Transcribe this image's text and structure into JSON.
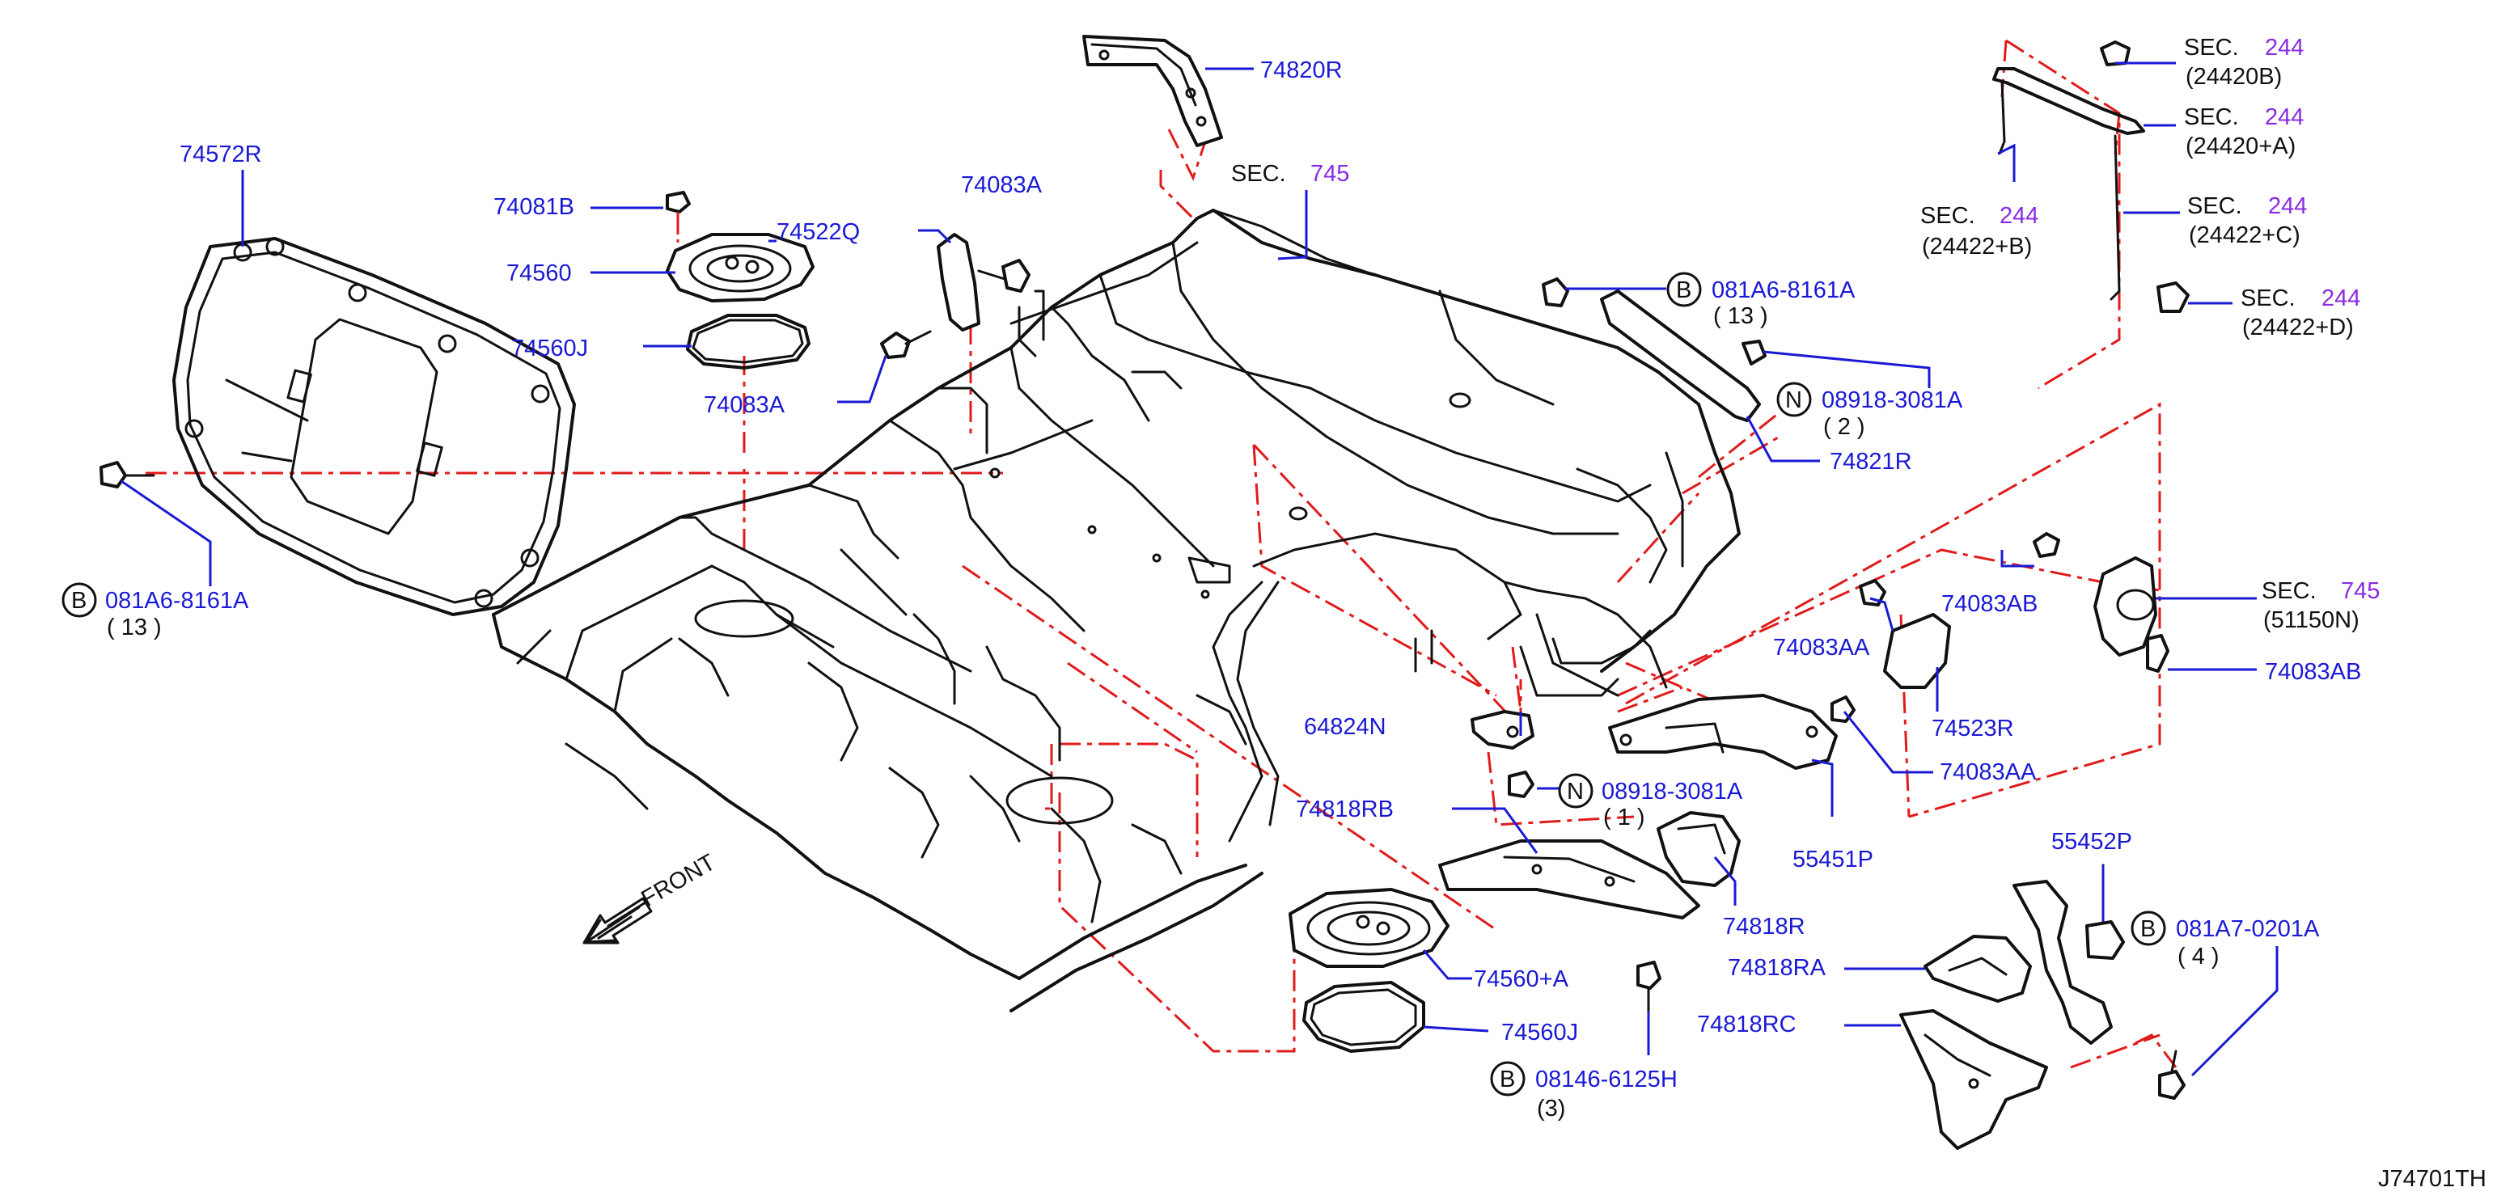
{
  "diagram_id": "J74701TH",
  "front_label": "FRONT",
  "parts": [
    {
      "id": "74572R"
    },
    {
      "id": "74081B"
    },
    {
      "id": "74560"
    },
    {
      "id": "74522Q"
    },
    {
      "id": "74560J"
    },
    {
      "id": "74083A_top",
      "text": "74083A"
    },
    {
      "id": "74083A_mid",
      "text": "74083A"
    },
    {
      "id": "74820R"
    },
    {
      "id": "74821R"
    },
    {
      "id": "74083AB_a",
      "text": "74083AB"
    },
    {
      "id": "74083AB_b",
      "text": "74083AB"
    },
    {
      "id": "74083AA_a",
      "text": "74083AA"
    },
    {
      "id": "74083AA_b",
      "text": "74083AA"
    },
    {
      "id": "74523R"
    },
    {
      "id": "64824N"
    },
    {
      "id": "74818RB"
    },
    {
      "id": "55451P"
    },
    {
      "id": "74818R"
    },
    {
      "id": "55452P"
    },
    {
      "id": "74818RA"
    },
    {
      "id": "74818RC"
    },
    {
      "id": "74560+A"
    },
    {
      "id": "74560J_b",
      "text": "74560J"
    }
  ],
  "fasteners": {
    "b_left": {
      "prefix": "B",
      "code": "081A6-8161A",
      "qty": "( 13 )"
    },
    "b_top": {
      "prefix": "B",
      "code": "081A6-8161A",
      "qty": "( 13 )"
    },
    "n_top": {
      "prefix": "N",
      "code": "08918-3081A",
      "qty": "( 2 )"
    },
    "n_mid": {
      "prefix": "N",
      "code": "08918-3081A",
      "qty": "( 1 )"
    },
    "b_bottom": {
      "prefix": "B",
      "code": "08146-6125H",
      "qty": "(3)"
    },
    "b_right": {
      "prefix": "B",
      "code": "081A7-0201A",
      "qty": "( 4 )"
    }
  },
  "sections": {
    "sec_745_top": {
      "label": "SEC.",
      "num": "745"
    },
    "sec_244_a": {
      "label": "SEC.",
      "num": "244",
      "ref": "(24420B)"
    },
    "sec_244_b": {
      "label": "SEC.",
      "num": "244",
      "ref": "(24420+A)"
    },
    "sec_244_c": {
      "label": "SEC.",
      "num": "244",
      "ref": "(24422+B)"
    },
    "sec_244_d": {
      "label": "SEC.",
      "num": "244",
      "ref": "(24422+C)"
    },
    "sec_244_e": {
      "label": "SEC.",
      "num": "244",
      "ref": "(24422+D)"
    },
    "sec_745_right": {
      "label": "SEC.",
      "num": "745",
      "ref": "(51150N)"
    }
  },
  "colors": {
    "label": "#1a1ad6",
    "section_num": "#8a2be2",
    "guide": "#e01b1b",
    "line": "#111111"
  }
}
